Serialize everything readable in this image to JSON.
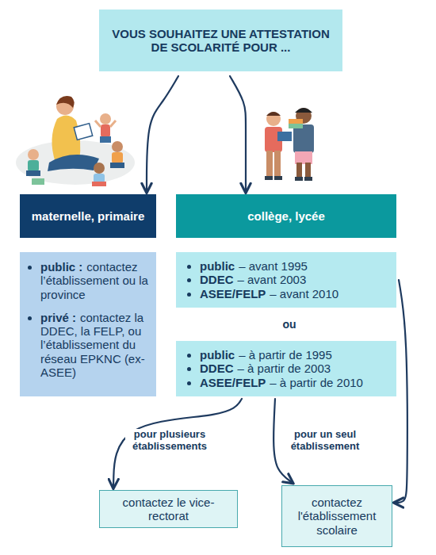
{
  "diagram": {
    "nodes": [
      {
        "text": [
          "VOUS SOUHAITEZ UNE ATTESTATION DE SCOLARITÉ POUR ..."
        ]
      },
      {
        "text": [
          "maternelle, primaire"
        ]
      },
      {
        "text": [
          "collège, lycée"
        ]
      },
      {
        "text": [
          "public :",
          "contactez l’établissement ou la province",
          "privé :",
          "contactez la DDEC, la FELP, ou l’établissement du réseau EPKNC (ex-ASEE)"
        ]
      },
      {
        "text": [
          "public",
          "– avant 1995",
          "DDEC",
          "– avant 2003",
          "ASEE/FELP",
          "– avant 2010"
        ]
      },
      {
        "text": [
          "public",
          "– à partir de 1995",
          "DDEC",
          "– à partir de 2003",
          "ASEE/FELP",
          "– à partir de 2010"
        ]
      },
      {
        "text": [
          "contactez le vice-rectorat"
        ]
      },
      {
        "text": [
          "contactez l'établissement scolaire"
        ]
      }
    ],
    "edges": [
      {
        "from": 0,
        "to": 1,
        "arrow": "to"
      },
      {
        "from": 0,
        "to": 2,
        "arrow": "to"
      },
      {
        "from": 4,
        "to": 7,
        "arrow": "to"
      },
      {
        "from": 5,
        "to": 6,
        "label": "pour plusieurs établissements",
        "arrow": "to"
      },
      {
        "from": 5,
        "to": 7,
        "label": "pour un seul établissement",
        "arrow": "to"
      }
    ],
    "labels": [
      "ou"
    ]
  }
}
